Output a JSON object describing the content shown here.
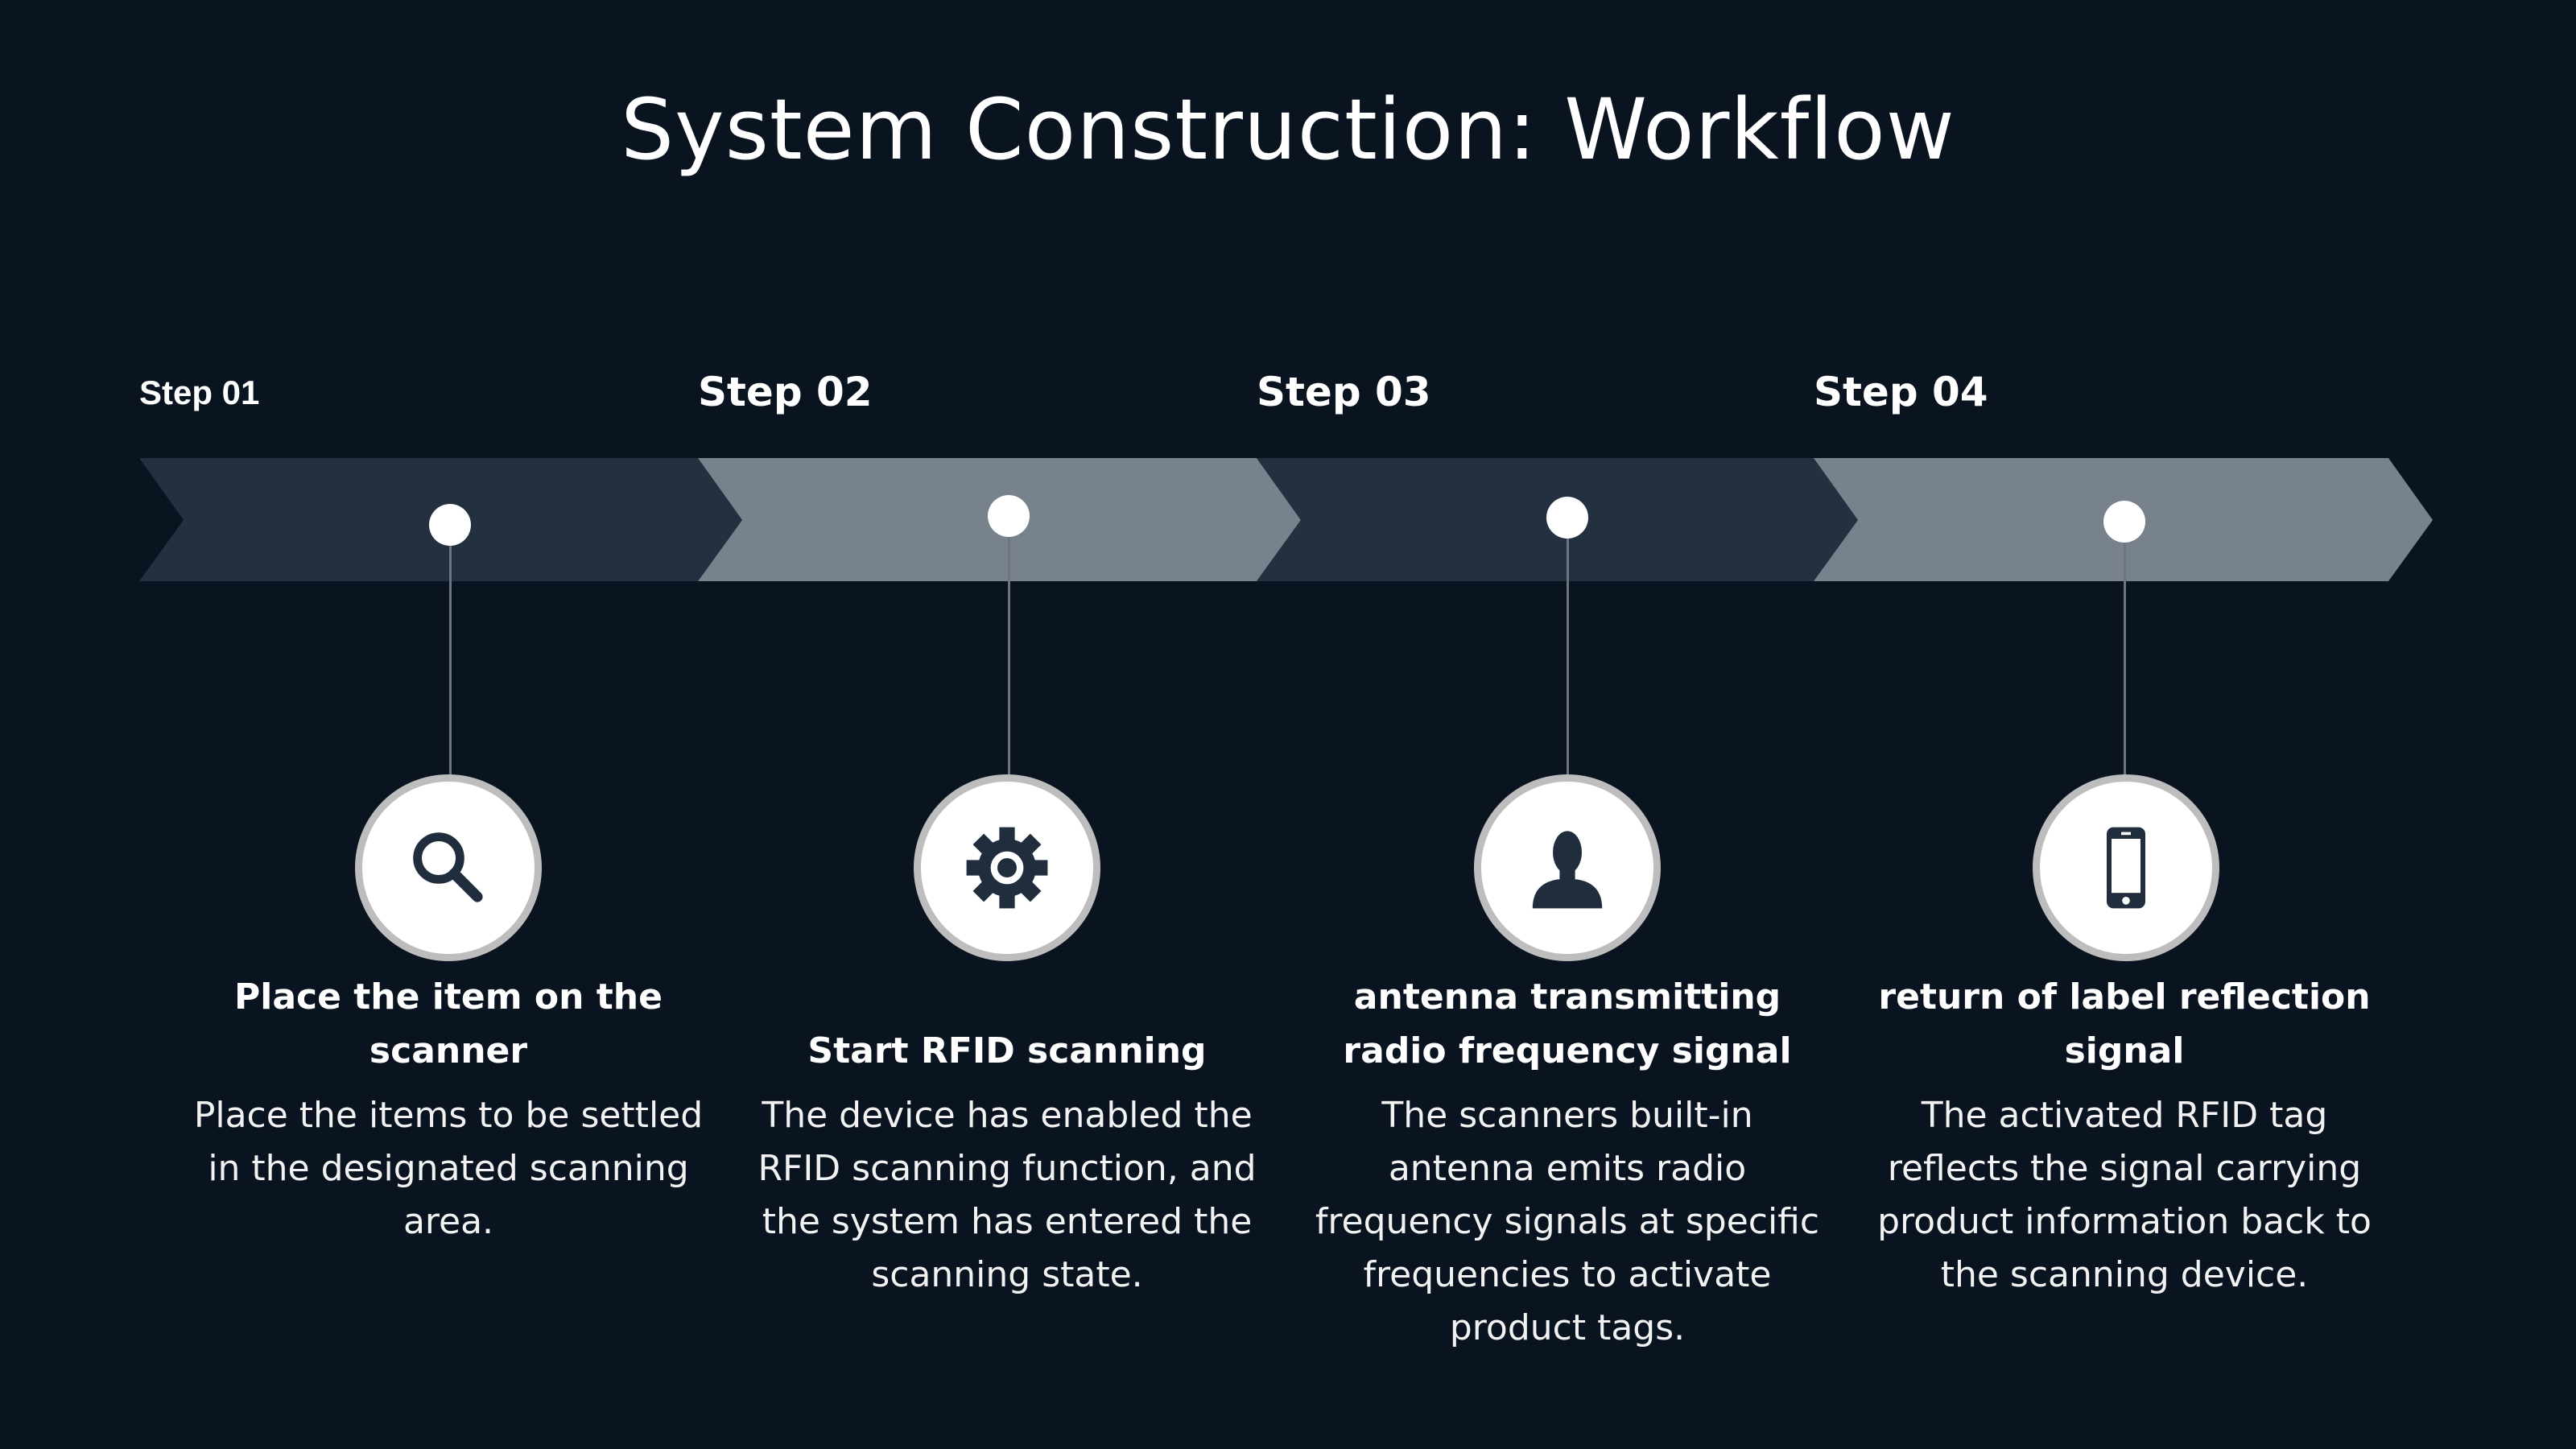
{
  "title": "System Construction: Workflow",
  "colors": {
    "background": "#0a1421",
    "chevron_dark": "#22303f",
    "chevron_light": "#77828c",
    "icon": "#1f2d3d"
  },
  "steps": [
    {
      "label": "Step 01",
      "icon": "search-icon",
      "heading": "Place the item on the scanner",
      "body": "Place the items to be settled in the designated scanning area."
    },
    {
      "label": "Step 02",
      "icon": "gear-icon",
      "heading": "Start RFID scanning",
      "body": "The device has enabled the RFID scanning function, and the system has entered the scanning state."
    },
    {
      "label": "Step 03",
      "icon": "user-icon",
      "heading": "antenna transmitting radio frequency signal",
      "body": "The scanners built-in antenna emits radio frequency signals at specific frequencies to activate product tags."
    },
    {
      "label": "Step 04",
      "icon": "mobile-phone-icon",
      "heading": "return of label reflection signal",
      "body": "The activated RFID tag reflects the signal carrying product information back to the scanning device."
    }
  ]
}
